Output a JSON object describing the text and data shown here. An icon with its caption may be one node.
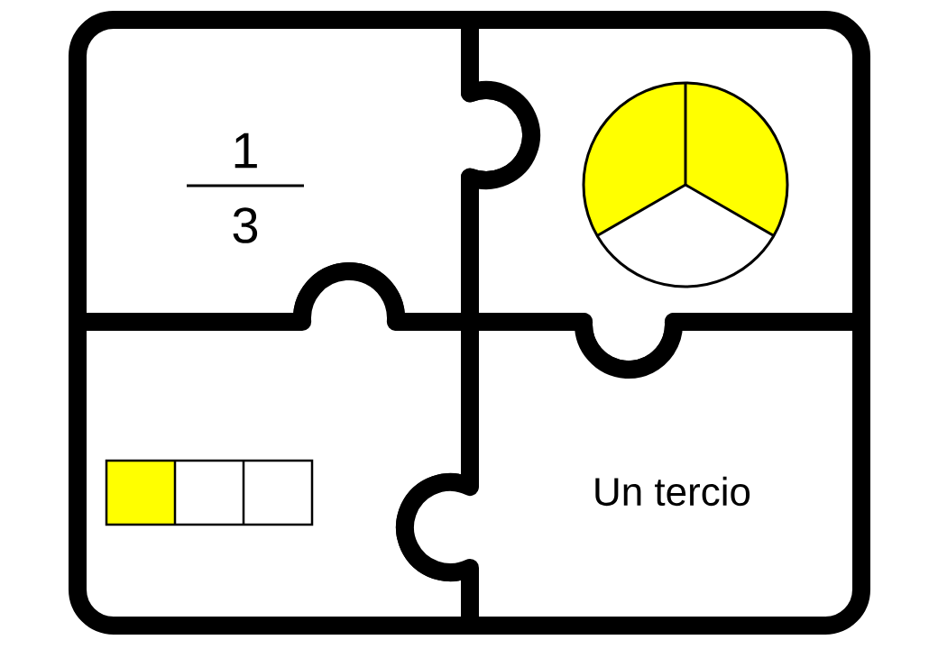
{
  "diagram": {
    "nodes": [
      {
        "text": [
          "1",
          "3"
        ]
      },
      {
        "text": [],
        "shape": "box"
      },
      {
        "text": [],
        "shape": "box"
      },
      {
        "text": [
          "Un tercio"
        ]
      }
    ]
  }
}
